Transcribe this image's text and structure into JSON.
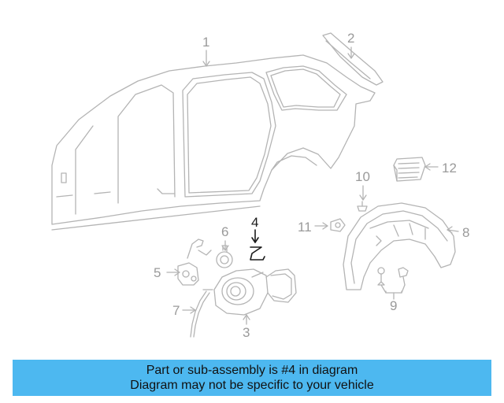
{
  "callouts": [
    {
      "id": "1",
      "part": "side-panel"
    },
    {
      "id": "2",
      "part": "roof-rail-molding"
    },
    {
      "id": "3",
      "part": "fuel-door-housing"
    },
    {
      "id": "4",
      "part": "spring"
    },
    {
      "id": "5",
      "part": "door-actuator"
    },
    {
      "id": "6",
      "part": "bumper"
    },
    {
      "id": "7",
      "part": "drain-hose"
    },
    {
      "id": "8",
      "part": "wheel-liner"
    },
    {
      "id": "9",
      "part": "push-pin-retainers"
    },
    {
      "id": "10",
      "part": "screw"
    },
    {
      "id": "11",
      "part": "nut"
    },
    {
      "id": "12",
      "part": "vent-grille"
    }
  ],
  "highlighted_callout": "4",
  "caption": {
    "line1": "Part or sub-assembly is #4 in diagram",
    "line2": "Diagram may not be specific to your vehicle"
  },
  "colors": {
    "line_art": "#b4b4b4",
    "highlight": "#1a1a1a",
    "caption_bg": "#4db8f0"
  }
}
